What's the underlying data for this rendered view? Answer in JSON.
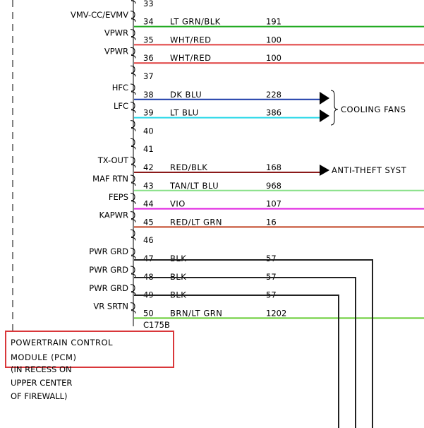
{
  "connector": "C175B",
  "callout": {
    "line1": "POWERTRAIN CONTROL",
    "line2": "MODULE (PCM)",
    "border_color": "#d9373a"
  },
  "location": {
    "line1": "(IN RECESS ON",
    "line2": "UPPER CENTER",
    "line3": "OF FIREWALL)"
  },
  "destinations": {
    "cooling": "COOLING FANS",
    "antitheft": "ANTI-THEFT SYST"
  },
  "pins": [
    {
      "pin": "33",
      "signal": "",
      "wire": "",
      "circuit": "",
      "color": ""
    },
    {
      "pin": "34",
      "signal": "VMV-CC/EVMV",
      "wire": "LT GRN/BLK",
      "circuit": "191",
      "color": "#22aa22"
    },
    {
      "pin": "35",
      "signal": "VPWR",
      "wire": "WHT/RED",
      "circuit": "100",
      "color": "#e04040"
    },
    {
      "pin": "36",
      "signal": "VPWR",
      "wire": "WHT/RED",
      "circuit": "100",
      "color": "#e04040"
    },
    {
      "pin": "37",
      "signal": "",
      "wire": "",
      "circuit": "",
      "color": ""
    },
    {
      "pin": "38",
      "signal": "HFC",
      "wire": "DK BLU",
      "circuit": "228",
      "color": "#1a3aa8"
    },
    {
      "pin": "39",
      "signal": "LFC",
      "wire": "LT BLU",
      "circuit": "386",
      "color": "#27d8e8"
    },
    {
      "pin": "40",
      "signal": "",
      "wire": "",
      "circuit": "",
      "color": ""
    },
    {
      "pin": "41",
      "signal": "",
      "wire": "",
      "circuit": "",
      "color": ""
    },
    {
      "pin": "42",
      "signal": "TX-OUT",
      "wire": "RED/BLK",
      "circuit": "168",
      "color": "#8b1a1a"
    },
    {
      "pin": "43",
      "signal": "MAF RTN",
      "wire": "TAN/LT BLU",
      "circuit": "968",
      "color": "#88e088"
    },
    {
      "pin": "44",
      "signal": "FEPS",
      "wire": "VIO",
      "circuit": "107",
      "color": "#e020e0"
    },
    {
      "pin": "45",
      "signal": "KAPWR",
      "wire": "RED/LT GRN",
      "circuit": "16",
      "color": "#c04020"
    },
    {
      "pin": "46",
      "signal": "",
      "wire": "",
      "circuit": "",
      "color": ""
    },
    {
      "pin": "47",
      "signal": "PWR GRD",
      "wire": "BLK",
      "circuit": "57",
      "color": "#222222"
    },
    {
      "pin": "48",
      "signal": "PWR GRD",
      "wire": "BLK",
      "circuit": "57",
      "color": "#222222"
    },
    {
      "pin": "49",
      "signal": "PWR GRD",
      "wire": "BLK",
      "circuit": "57",
      "color": "#222222"
    },
    {
      "pin": "50",
      "signal": "VR SRTN",
      "wire": "BRN/LT GRN",
      "circuit": "1202",
      "color": "#66cc33"
    }
  ]
}
